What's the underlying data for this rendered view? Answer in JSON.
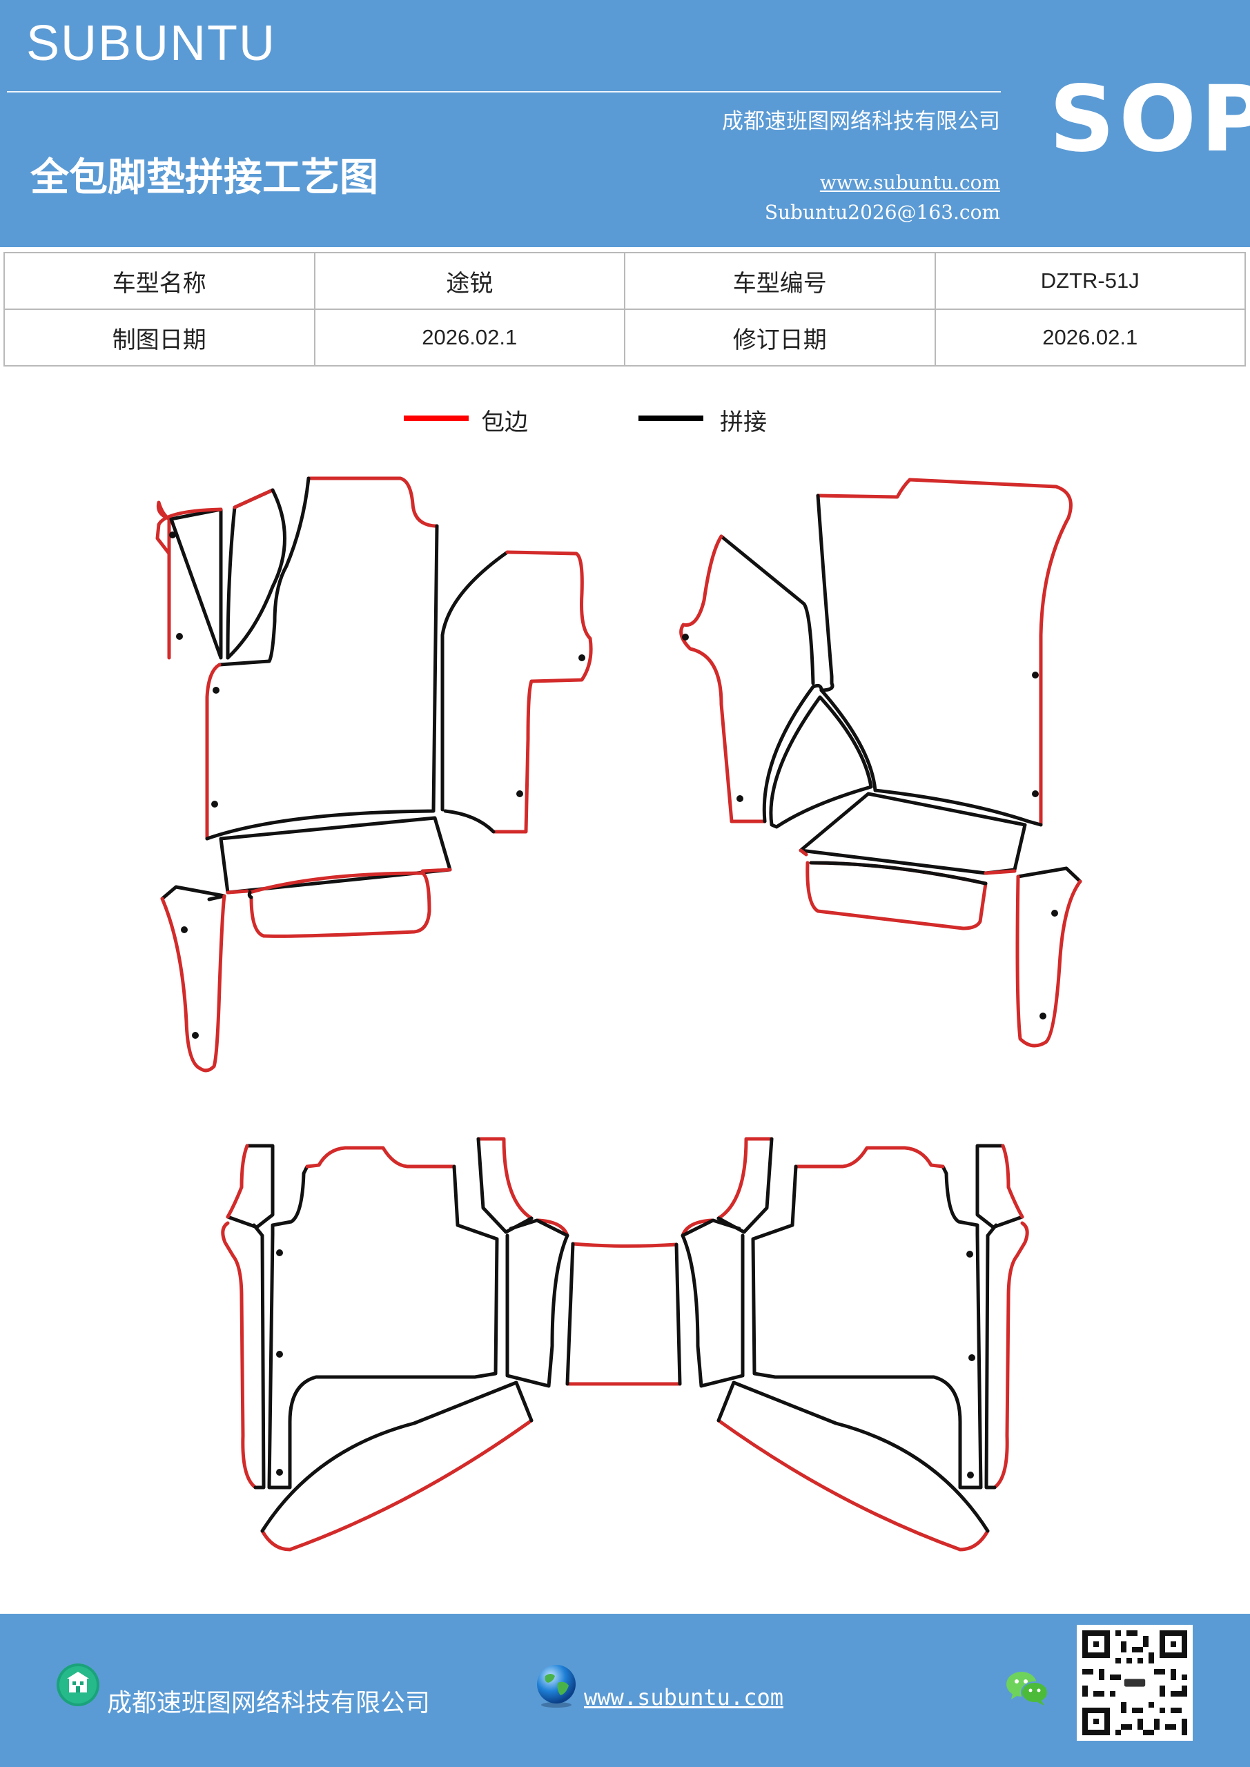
{
  "header": {
    "brand": "SUBUNTU",
    "company": "成都速班图网络科技有限公司",
    "title": "全包脚垫拼接工艺图",
    "website": "www.subuntu.com",
    "email": "Subuntu2026@163.com",
    "badge": "SOP"
  },
  "info_table": {
    "rows": [
      [
        {
          "label": "车型名称"
        },
        {
          "value": "途锐"
        },
        {
          "label": "车型编号"
        },
        {
          "value": "DZTR-51J"
        }
      ],
      [
        {
          "label": "制图日期"
        },
        {
          "value": "2026.02.1"
        },
        {
          "label": "修订日期"
        },
        {
          "value": "2026.02.1"
        }
      ]
    ]
  },
  "legend": [
    {
      "label": "包边",
      "color": "#ff0000"
    },
    {
      "label": "拼接",
      "color": "#000000"
    }
  ],
  "colors": {
    "accent": "#5b9bd5",
    "edge": "#d32a2a",
    "seam": "#111111"
  },
  "footer": {
    "company": "成都速班图网络科技有限公司",
    "website": "www.subuntu.com",
    "icons": [
      "building-icon",
      "globe-icon",
      "wechat-icon",
      "qr-code"
    ]
  }
}
